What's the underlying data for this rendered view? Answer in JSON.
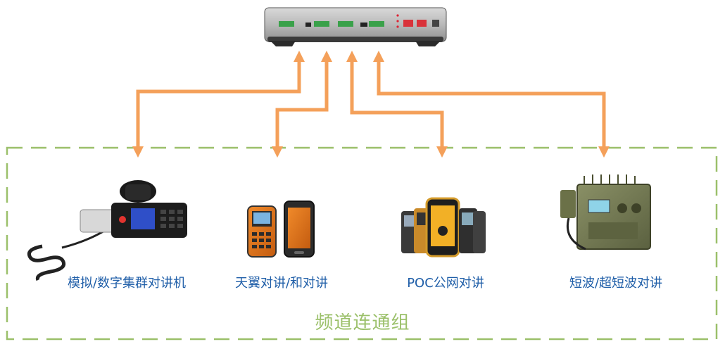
{
  "devices": [
    {
      "id": "radio",
      "label": "模拟/数字集群对讲机"
    },
    {
      "id": "tianyi",
      "label": "天翼对讲/和对讲"
    },
    {
      "id": "poc",
      "label": "POC公网对讲"
    },
    {
      "id": "shortwave",
      "label": "短波/超短波对讲"
    }
  ],
  "group": {
    "title": "频道连通组"
  },
  "colors": {
    "arrow": "#f4a05a",
    "dash": "#9bc06a",
    "label": "#1f5ea8"
  },
  "icons": [
    "gateway-device-icon",
    "vehicle-radio-icon",
    "rugged-phone-icon",
    "smartphone-icon",
    "poc-phones-icon",
    "shortwave-radio-icon"
  ]
}
